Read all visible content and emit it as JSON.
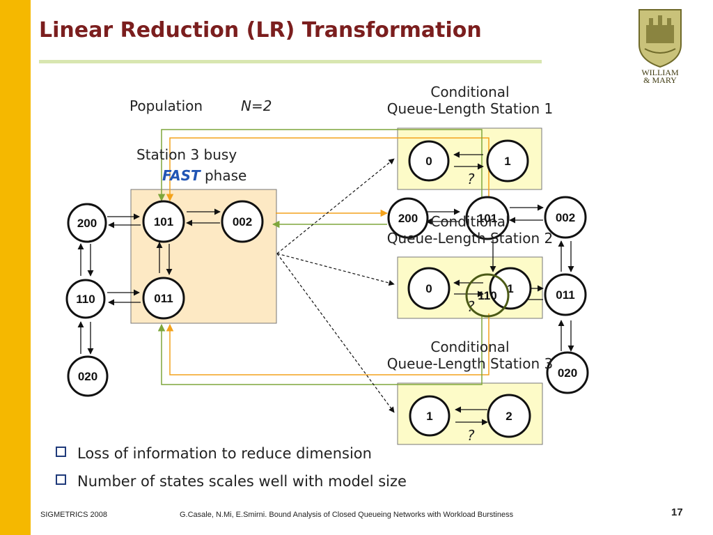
{
  "slide": {
    "title": "Linear Reduction (LR) Transformation",
    "population_label": "Population",
    "population_value": "N=2",
    "station3_line1": "Station 3 busy",
    "fast_label": "FAST",
    "phase_label": "phase"
  },
  "conditional_stations": [
    {
      "line1": "Conditional",
      "line2": "Queue-Length Station 1",
      "states": [
        "0",
        "1"
      ],
      "qmark": "?"
    },
    {
      "line1": "Conditional",
      "line2": "Queue-Length Station 2",
      "states": [
        "0",
        "1"
      ],
      "qmark": "?"
    },
    {
      "line1": "Conditional",
      "line2": "Queue-Length Station 3",
      "states": [
        "1",
        "2"
      ],
      "qmark": "?"
    }
  ],
  "left_states": [
    "200",
    "101",
    "002",
    "110",
    "011",
    "020"
  ],
  "overlay_states": [
    "200",
    "101",
    "002",
    "110",
    "011",
    "020"
  ],
  "bullets": [
    "Loss of information to reduce dimension",
    "Number of states scales well with model size"
  ],
  "footer": {
    "conference": "SIGMETRICS 2008",
    "citation": "G.Casale, N.Mi, E.Smirni. Bound Analysis of Closed Queueing Networks with Workload Burstiness",
    "page_number": "17"
  },
  "logo": {
    "line1": "WILLIAM",
    "line2": "& MARY"
  },
  "colors": {
    "sidebar": "#f5b800",
    "title": "#7b1e1e",
    "fast": "#2155b5",
    "cond_box_fill": "#fdfbc8",
    "fast_box_fill": "#fde9c4",
    "orange_arrow": "#f3a21b",
    "green_arrow": "#7ea63b"
  }
}
